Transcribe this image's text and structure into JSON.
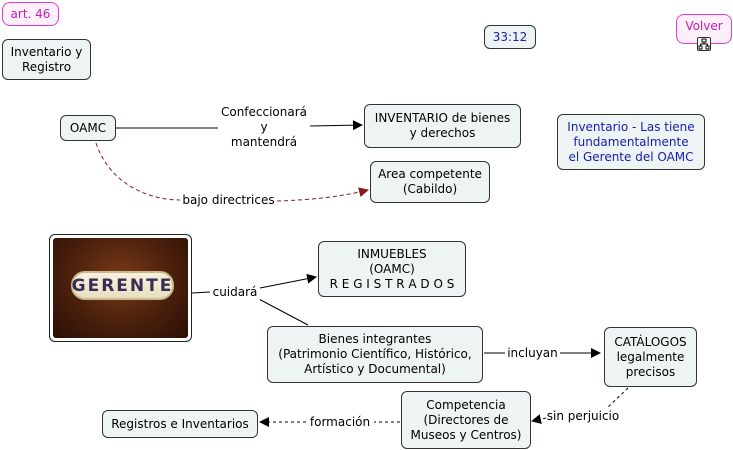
{
  "header": {
    "article_tag": "art. 46",
    "time": "33:12",
    "back_button": "Volver"
  },
  "nodes": {
    "inventario_registro": "Inventario y\nRegistro",
    "oamc": "OAMC",
    "inventario_bienes": "INVENTARIO de bienes\ny derechos",
    "area_competente": "Area competente\n(Cabildo)",
    "inventario_gerente": "Inventario - Las tiene\nfundamentalmente\nel Gerente del OAMC",
    "inmuebles": "INMUEBLES\n(OAMC)\nR E G I S T R A D O S",
    "bienes_integrantes": "Bienes integrantes\n(Patrimonio Científico, Histórico,\nArtístico y Documental)",
    "catalogos": "CATÁLOGOS\nlegalmente\nprecisos",
    "competencia": "Competencia\n(Directores de\nMuseos y Centros)",
    "registros_inventarios": "Registros e Inventarios",
    "gerente_plaque": "GERENTE"
  },
  "links": {
    "confeccionara": "Confeccionará\ny\nmantendrá",
    "bajo_directrices": "bajo directrices",
    "cuidara": "cuidará",
    "incluyan": "incluyan",
    "sin_perjuicio": "sin perjuicio",
    "formacion": "formación"
  },
  "colors": {
    "node_fill": "#eef3f4",
    "pink_accent": "#e23ad6",
    "blue_text": "#1a20b0",
    "dashed_red": "#8b1a1a"
  }
}
